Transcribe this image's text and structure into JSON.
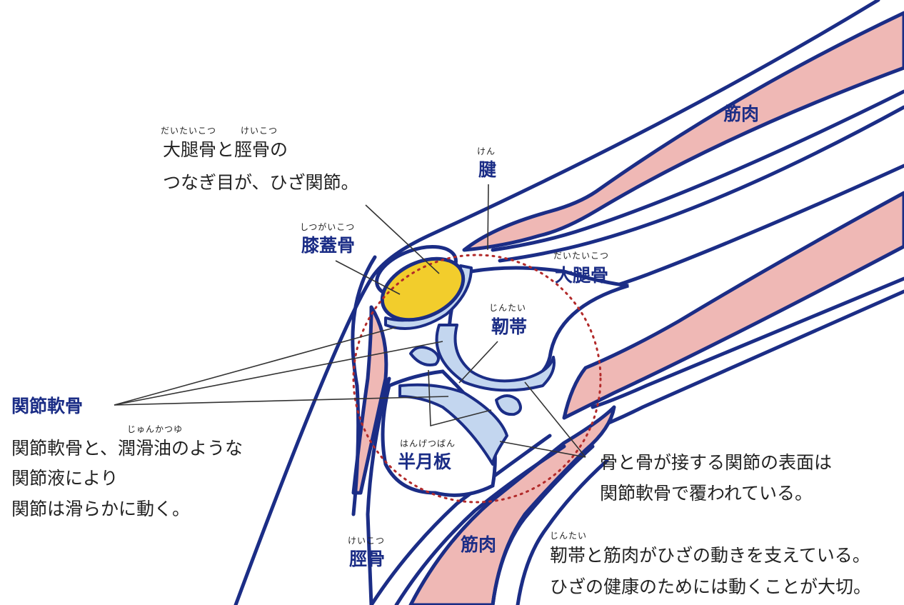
{
  "colors": {
    "outline": "#1b2d86",
    "muscle": "#efb8b5",
    "cartilage": "#c3d6ef",
    "patella": "#f2cd2c",
    "circle": "#b22a2a"
  },
  "top_note": {
    "ruby_daitaikotsu": "だいたいこつ",
    "ruby_keikotsu": "けいこつ",
    "line1": "大腿骨と脛骨の",
    "line2": "つなぎ目が、ひざ関節。"
  },
  "labels": {
    "tendon": {
      "ruby": "けん",
      "text": "腱"
    },
    "muscle_upper": {
      "text": "筋肉"
    },
    "patella": {
      "ruby": "しつがいこつ",
      "text": "膝蓋骨"
    },
    "femur": {
      "ruby": "だいたいこつ",
      "text": "大腿骨"
    },
    "ligament": {
      "ruby": "じんたい",
      "text": "靭帯"
    },
    "cartilage": {
      "text": "関節軟骨"
    },
    "meniscus": {
      "ruby": "はんげつばん",
      "text": "半月板"
    },
    "tibia": {
      "ruby": "けいこつ",
      "text": "脛骨"
    },
    "muscle_lower": {
      "text": "筋肉"
    }
  },
  "cartilage_note": {
    "ruby": "じゅんかつゆ",
    "line1": "関節軟骨と、潤滑油のような",
    "line2": "関節液により",
    "line3": "関節は滑らかに動く。"
  },
  "surface_note": {
    "line1": "骨と骨が接する関節の表面は",
    "line2": "関節軟骨で覆われている。"
  },
  "bottom_note": {
    "ruby": "じんたい",
    "line1": "靭帯と筋肉がひざの動きを支えている。",
    "line2": "ひざの健康のためには動くことが大切。"
  }
}
